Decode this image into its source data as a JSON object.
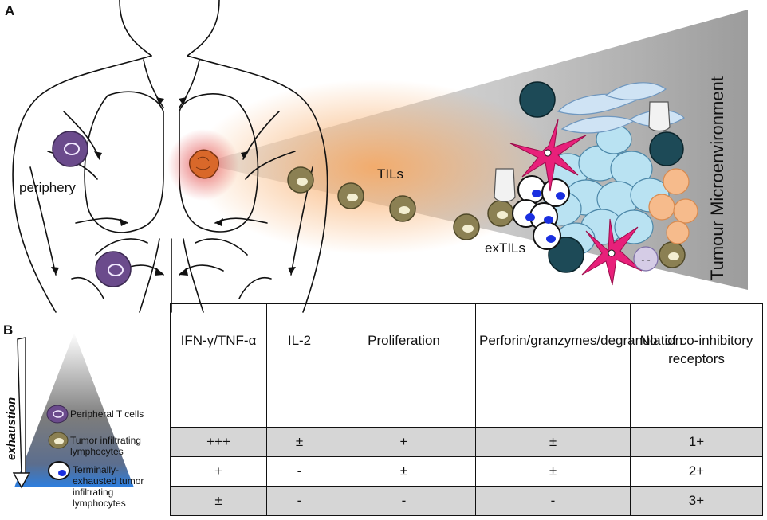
{
  "panels": {
    "a": "A",
    "b": "B"
  },
  "body_labels": {
    "periphery": "periphery",
    "tils": "TILs",
    "extils": "exTILs",
    "microenvironment": "Tumour Microenvironment"
  },
  "colors": {
    "peripheral_t_cell": "#6b4b8c",
    "til": "#8b8053",
    "exhausted_nucleus": "#1a2fe0",
    "macrophage": "#e8207a",
    "tumor_cell": "#b9e2f2",
    "dark_cell": "#1d4a57",
    "orange_cell": "#f6bb8c",
    "tumor_glow": "#e45050",
    "table_shade": "#d6d6d6"
  },
  "legend": {
    "arrow_label": "exhaustion",
    "items": [
      {
        "label": "Peripheral T cells",
        "icon": "peripheral-t-cell-icon"
      },
      {
        "label": "Tumor infiltrating lymphocytes",
        "icon": "til-cell-icon"
      },
      {
        "label": "Terminally-exhausted tumor infiltrating lymphocytes",
        "icon": "exhausted-cell-icon"
      }
    ]
  },
  "table": {
    "headers": [
      "IFN-γ/TNF-α",
      "IL-2",
      "Proliferation",
      "Perforin/granzymes/degranulation",
      "No. of co-inhibitory receptors"
    ],
    "rows": [
      [
        "+++",
        "±",
        "+",
        "±",
        "1+"
      ],
      [
        "+",
        "-",
        "±",
        "±",
        "2+"
      ],
      [
        "±",
        "-",
        "-",
        "-",
        "3+"
      ]
    ]
  }
}
